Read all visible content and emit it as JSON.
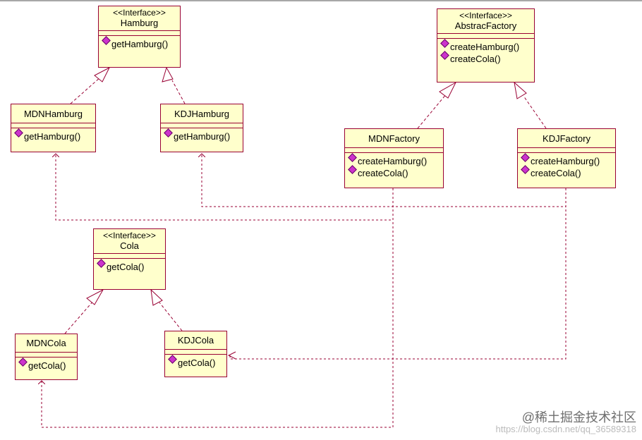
{
  "diagram": {
    "classes": [
      {
        "id": "hamburg",
        "stereotype": "<<Interface>>",
        "name": "Hamburg",
        "operations": [
          "getHamburg()"
        ]
      },
      {
        "id": "mdn-hamburg",
        "stereotype": "",
        "name": "MDNHamburg",
        "operations": [
          "getHamburg()"
        ]
      },
      {
        "id": "kdj-hamburg",
        "stereotype": "",
        "name": "KDJHamburg",
        "operations": [
          "getHamburg()"
        ]
      },
      {
        "id": "abstract-factory",
        "stereotype": "<<Interface>>",
        "name": "AbstracFactory",
        "operations": [
          "createHamburg()",
          "createCola()"
        ]
      },
      {
        "id": "mdn-factory",
        "stereotype": "",
        "name": "MDNFactory",
        "operations": [
          "createHamburg()",
          "createCola()"
        ]
      },
      {
        "id": "kdj-factory",
        "stereotype": "",
        "name": "KDJFactory",
        "operations": [
          "createHamburg()",
          "createCola()"
        ]
      },
      {
        "id": "cola",
        "stereotype": "<<Interface>>",
        "name": "Cola",
        "operations": [
          "getCola()"
        ]
      },
      {
        "id": "mdn-cola",
        "stereotype": "",
        "name": "MDNCola",
        "operations": [
          "getCola()"
        ]
      },
      {
        "id": "kdj-cola",
        "stereotype": "",
        "name": "KDJCola",
        "operations": [
          "getCola()"
        ]
      }
    ],
    "realizations": [
      {
        "from": "mdn-hamburg",
        "to": "hamburg"
      },
      {
        "from": "kdj-hamburg",
        "to": "hamburg"
      },
      {
        "from": "mdn-factory",
        "to": "abstract-factory"
      },
      {
        "from": "kdj-factory",
        "to": "abstract-factory"
      },
      {
        "from": "mdn-cola",
        "to": "cola"
      },
      {
        "from": "kdj-cola",
        "to": "cola"
      }
    ],
    "dependencies": [
      {
        "from": "mdn-factory",
        "to": "mdn-hamburg"
      },
      {
        "from": "mdn-factory",
        "to": "mdn-cola"
      },
      {
        "from": "kdj-factory",
        "to": "kdj-hamburg"
      },
      {
        "from": "kdj-factory",
        "to": "kdj-cola"
      }
    ],
    "colors": {
      "fill": "#ffffcc",
      "border": "#990033",
      "line": "#990033",
      "method_icon": "#cc33cc"
    }
  },
  "watermark": {
    "text": "@稀土掘金技术社区",
    "url": "https://blog.csdn.net/qq_36589318"
  }
}
